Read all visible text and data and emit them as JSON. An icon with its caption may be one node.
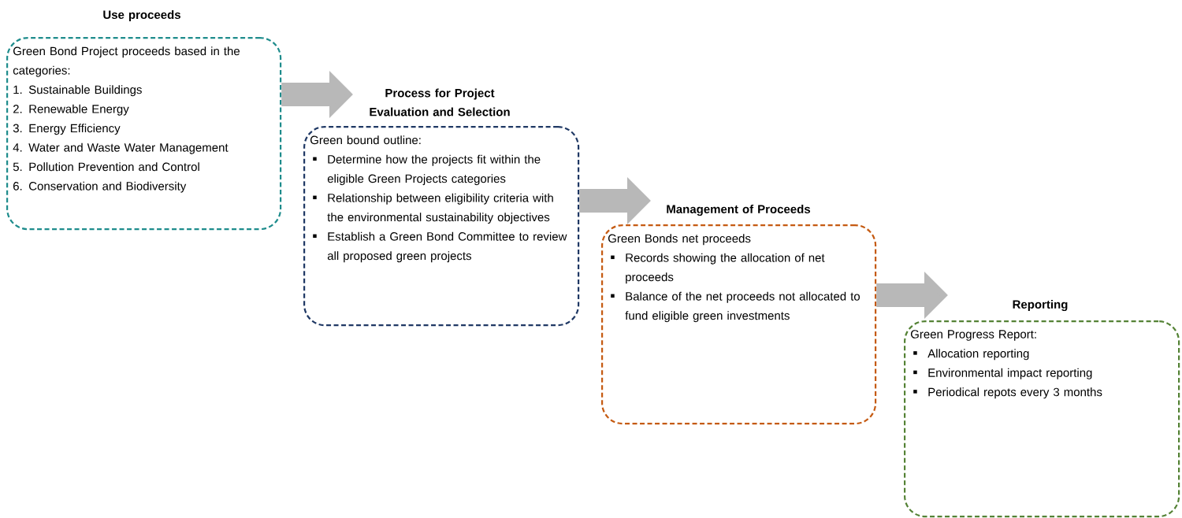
{
  "diagram": {
    "nodes": [
      {
        "text": [
          "Use proceeds",
          "Green Bond Project proceeds based in the categories:",
          "1. Sustainable Buildings",
          "2. Renewable Energy",
          "3. Energy Efficiency",
          "4. Water and Waste Water Management",
          "5. Pollution Prevention and Control",
          "6. Conservation and Biodiversity"
        ]
      },
      {
        "text": [
          "Process for Project Evaluation and Selection",
          "Green bound outline:",
          "Determine how the projects fit within the eligible Green Projects categories",
          "Relationship between eligibility criteria with the environmental sustainability objectives",
          "Establish a Green Bond Committee to review all proposed green projects"
        ]
      },
      {
        "text": [
          "Management of Proceeds",
          "Green Bonds net proceeds",
          "Records showing the allocation of net proceeds",
          "Balance of the net proceeds not allocated to fund eligible green investments"
        ]
      },
      {
        "text": [
          "Reporting",
          "Green Progress Report:",
          "Allocation reporting",
          "Environmental impact reporting",
          "Periodical repots every 3 months"
        ]
      }
    ],
    "edges": [
      {
        "from": 0,
        "to": 1,
        "arrow": "to"
      },
      {
        "from": 1,
        "to": 2,
        "arrow": "to"
      },
      {
        "from": 2,
        "to": 3,
        "arrow": "to"
      }
    ]
  }
}
